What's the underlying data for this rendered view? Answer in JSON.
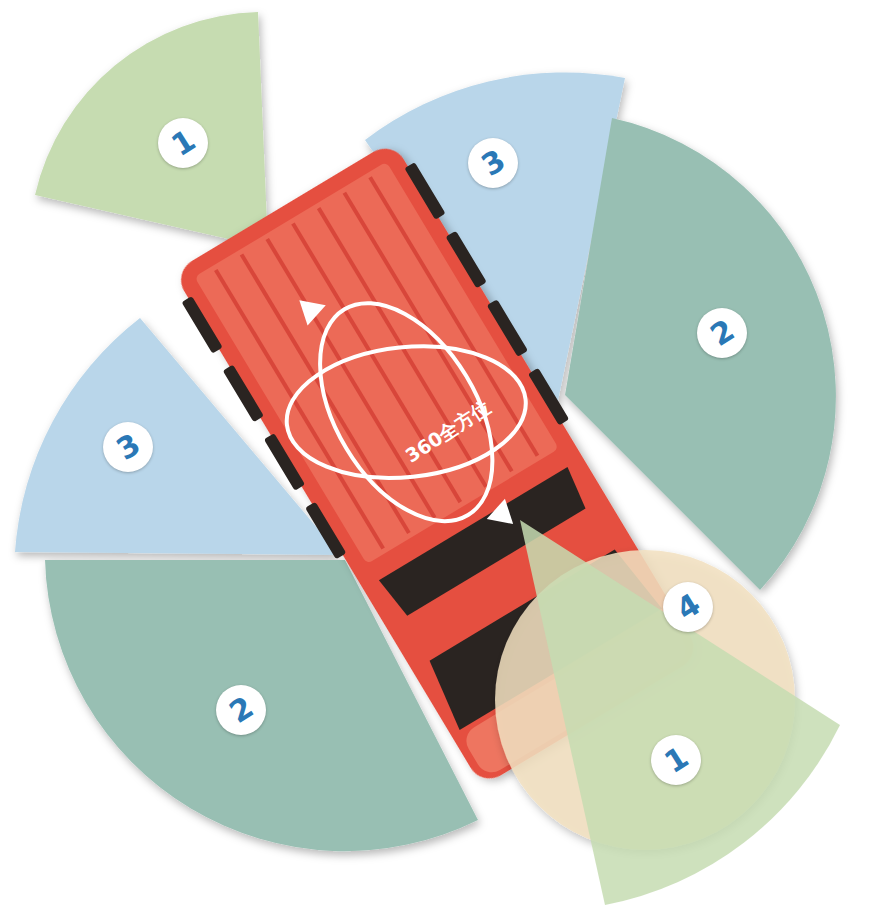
{
  "diagram": {
    "nodes": [
      {
        "text": [
          "1"
        ]
      },
      {
        "text": [
          "3"
        ]
      },
      {
        "text": [
          "2"
        ]
      },
      {
        "text": [
          "3"
        ]
      },
      {
        "text": [
          "2"
        ]
      },
      {
        "text": [
          "4"
        ]
      },
      {
        "text": [
          "1"
        ]
      }
    ],
    "labels": [
      "360全方位"
    ]
  }
}
